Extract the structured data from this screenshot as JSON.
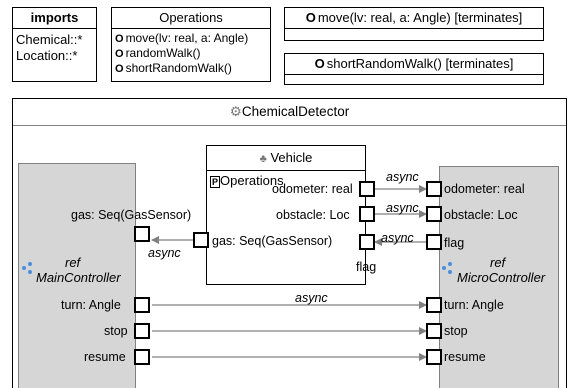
{
  "imports": {
    "title": "imports",
    "items": [
      "Chemical::*",
      "Location::*"
    ]
  },
  "operations": {
    "title": "Operations",
    "items": [
      "move(lv: real, a: Angle)",
      "randomWalk()",
      "shortRandomWalk()"
    ]
  },
  "move_box": {
    "label": "move(lv: real, a: Angle) [terminates]"
  },
  "short_box": {
    "label": "shortRandomWalk() [terminates]"
  },
  "op_icon": "O",
  "main": {
    "title": "ChemicalDetector",
    "vehicle": {
      "title": "Vehicle",
      "operations_icon": "P",
      "operations_label": "Operations",
      "ports": {
        "odometer": "odometer: real",
        "obstacle": "obstacle: Loc",
        "gas": "gas: Seq(GasSensor)",
        "flag": "flag"
      }
    },
    "main_controller": {
      "ref": "ref",
      "name": "MainController",
      "ports": {
        "gas": "gas: Seq(GasSensor)",
        "turn": "turn: Angle",
        "stop": "stop",
        "resume": "resume"
      }
    },
    "micro_controller": {
      "ref": "ref",
      "name": "MicroController",
      "ports": {
        "odometer": "odometer: real",
        "obstacle": "obstacle: Loc",
        "flag": "flag",
        "turn": "turn: Angle",
        "stop": "stop",
        "resume": "resume"
      }
    },
    "connections": {
      "odometer": "async",
      "obstacle": "async",
      "flag": "async",
      "gas": "async",
      "turn": "async"
    }
  }
}
